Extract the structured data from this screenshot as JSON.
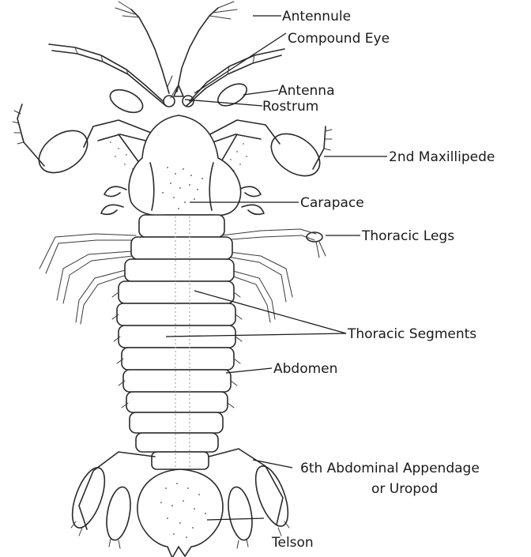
{
  "labels": {
    "antennule": "Antennule",
    "compound_eye": "Compound Eye",
    "antenna": "Antenna",
    "rostrum": "Rostrum",
    "maxillipede": "2nd Maxillipede",
    "carapace": "Carapace",
    "thoracic_legs": "Thoracic Legs",
    "thoracic_segments": "Thoracic Segments",
    "abdomen": "Abdomen",
    "uropod_line1": "6th Abdominal Appendage",
    "uropod_line2": "or Uropod",
    "telson": "Telson"
  },
  "colors": {
    "ink": "#2a2a2a",
    "background": "#ffffff",
    "midline": "#9aa6c8"
  }
}
